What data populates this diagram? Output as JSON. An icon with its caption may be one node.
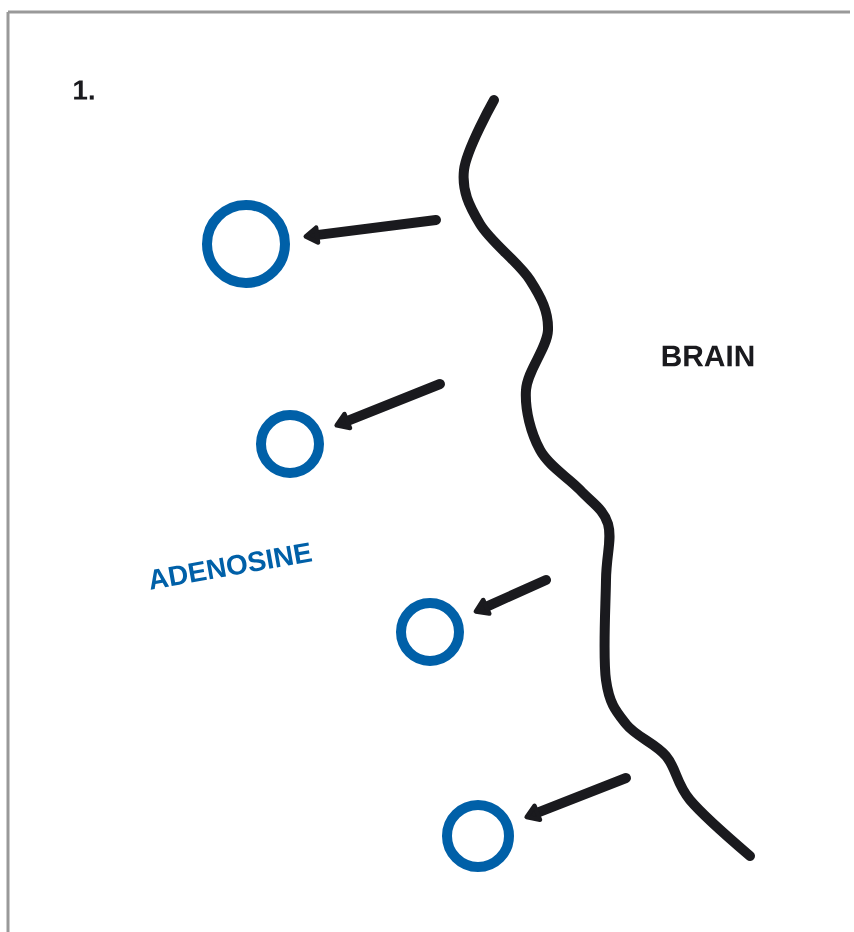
{
  "diagram": {
    "nodes": [
      {
        "text": [],
        "shape": "circle"
      },
      {
        "text": [],
        "shape": "circle"
      },
      {
        "text": [],
        "shape": "circle"
      },
      {
        "text": [],
        "shape": "circle"
      }
    ],
    "edges": [
      {
        "from": null,
        "to": 0,
        "arrow": "to"
      },
      {
        "from": null,
        "to": 1,
        "arrow": "to"
      },
      {
        "from": null,
        "to": 2,
        "arrow": "to"
      },
      {
        "from": null,
        "to": 3,
        "arrow": "to"
      }
    ],
    "labels": [
      "1.",
      "BRAIN",
      "ADENOSINE"
    ]
  }
}
